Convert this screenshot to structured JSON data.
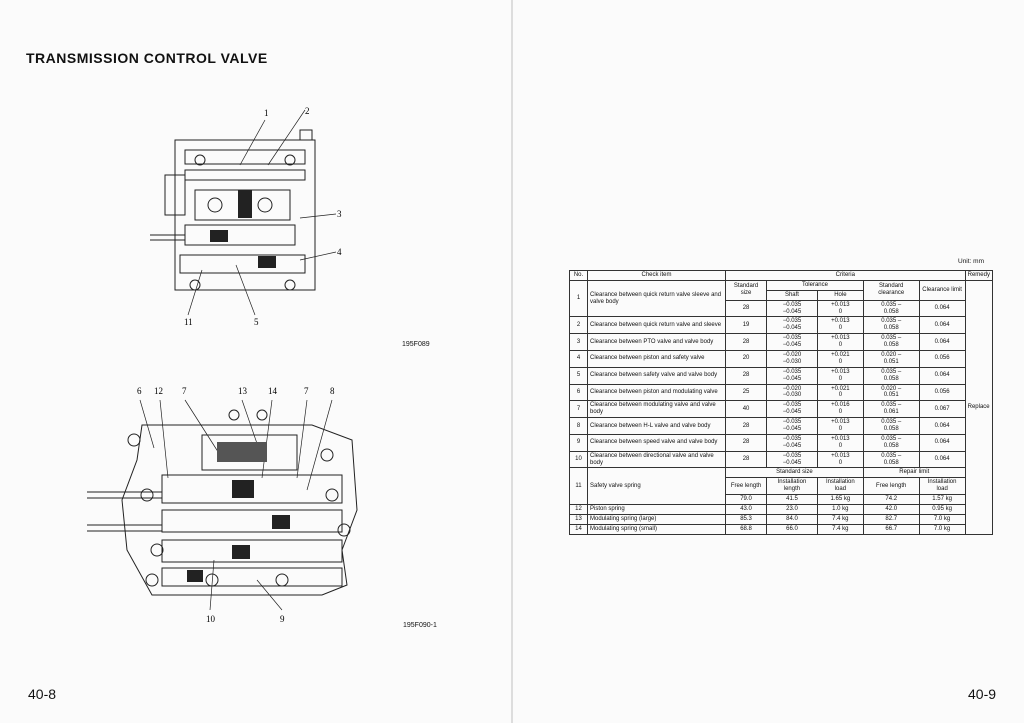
{
  "left_page": {
    "title": "TRANSMISSION CONTROL VALVE",
    "figure_top": {
      "code": "195F089",
      "callouts": [
        "1",
        "2",
        "3",
        "4",
        "11",
        "5"
      ]
    },
    "figure_bottom": {
      "code": "195F090-1",
      "callouts": [
        "6",
        "12",
        "7",
        "13",
        "14",
        "7",
        "8",
        "10",
        "9"
      ]
    },
    "page_number": "40-8"
  },
  "right_page": {
    "unit": "Unit: mm",
    "table": {
      "headers": {
        "no": "No.",
        "check_item": "Check item",
        "criteria": "Criteria",
        "remedy": "Remedy",
        "standard_size": "Standard size",
        "tolerance": "Tolerance",
        "shaft": "Shaft",
        "hole": "Hole",
        "standard_clearance": "Standard clearance",
        "clearance_limit": "Clearance limit",
        "spring_standard_size": "Standard size",
        "repair_limit": "Repair limit",
        "free_length": "Free length",
        "installation_length": "Installation length",
        "installation_load": "Installation load",
        "free_length2": "Free length",
        "installation_load2": "Installation load"
      },
      "clearance_rows": [
        {
          "no": "1",
          "item": "Clearance between quick return valve sleeve and valve body",
          "size": "28",
          "shaft": "−0.035\n−0.045",
          "hole": "+0.013\n0",
          "std": "0.035 –\n0.058",
          "limit": "0.064"
        },
        {
          "no": "2",
          "item": "Clearance between quick return valve and sleeve",
          "size": "19",
          "shaft": "−0.035\n−0.045",
          "hole": "+0.013\n0",
          "std": "0.035 –\n0.058",
          "limit": "0.064"
        },
        {
          "no": "3",
          "item": "Clearance between PTO valve and valve body",
          "size": "28",
          "shaft": "−0.035\n−0.045",
          "hole": "+0.013\n0",
          "std": "0.035 –\n0.058",
          "limit": "0.064"
        },
        {
          "no": "4",
          "item": "Clearance between piston and safety valve",
          "size": "20",
          "shaft": "−0.020\n−0.030",
          "hole": "+0.021\n0",
          "std": "0.020 –\n0.051",
          "limit": "0.056"
        },
        {
          "no": "5",
          "item": "Clearance between safety valve and valve body",
          "size": "28",
          "shaft": "−0.035\n−0.045",
          "hole": "+0.013\n0",
          "std": "0.035 –\n0.058",
          "limit": "0.064"
        },
        {
          "no": "6",
          "item": "Clearance between piston and modulating valve",
          "size": "25",
          "shaft": "−0.020\n−0.030",
          "hole": "+0.021\n0",
          "std": "0.020 –\n0.051",
          "limit": "0.056"
        },
        {
          "no": "7",
          "item": "Clearance between modulating valve and valve body",
          "size": "40",
          "shaft": "−0.035\n−0.045",
          "hole": "+0.016\n0",
          "std": "0.035 –\n0.061",
          "limit": "0.067"
        },
        {
          "no": "8",
          "item": "Clearance between H-L valve and valve body",
          "size": "28",
          "shaft": "−0.035\n−0.045",
          "hole": "+0.013\n0",
          "std": "0.035 –\n0.058",
          "limit": "0.064"
        },
        {
          "no": "9",
          "item": "Clearance between speed valve and valve body",
          "size": "28",
          "shaft": "−0.035\n−0.045",
          "hole": "+0.013\n0",
          "std": "0.035 –\n0.058",
          "limit": "0.064"
        },
        {
          "no": "10",
          "item": "Clearance between directional valve and valve body",
          "size": "28",
          "shaft": "−0.035\n−0.045",
          "hole": "+0.013\n0",
          "std": "0.035 –\n0.058",
          "limit": "0.064"
        }
      ],
      "spring_rows": [
        {
          "no": "11",
          "item": "Safety valve spring",
          "free": "79.0",
          "inst_len": "41.5",
          "inst_load": "1.65 kg",
          "r_free": "74.2",
          "r_load": "1.57 kg"
        },
        {
          "no": "12",
          "item": "Piston spring",
          "free": "43.0",
          "inst_len": "23.0",
          "inst_load": "1.0  kg",
          "r_free": "42.0",
          "r_load": "0.95 kg"
        },
        {
          "no": "13",
          "item": "Modulating spring (large)",
          "free": "85.3",
          "inst_len": "84.0",
          "inst_load": "7.4  kg",
          "r_free": "82.7",
          "r_load": "7.0  kg"
        },
        {
          "no": "14",
          "item": "Modulating spring (small)",
          "free": "68.8",
          "inst_len": "66.0",
          "inst_load": "7.4  kg",
          "r_free": "66.7",
          "r_load": "7.0  kg"
        }
      ],
      "remedy": "Replace"
    },
    "page_number": "40-9"
  }
}
